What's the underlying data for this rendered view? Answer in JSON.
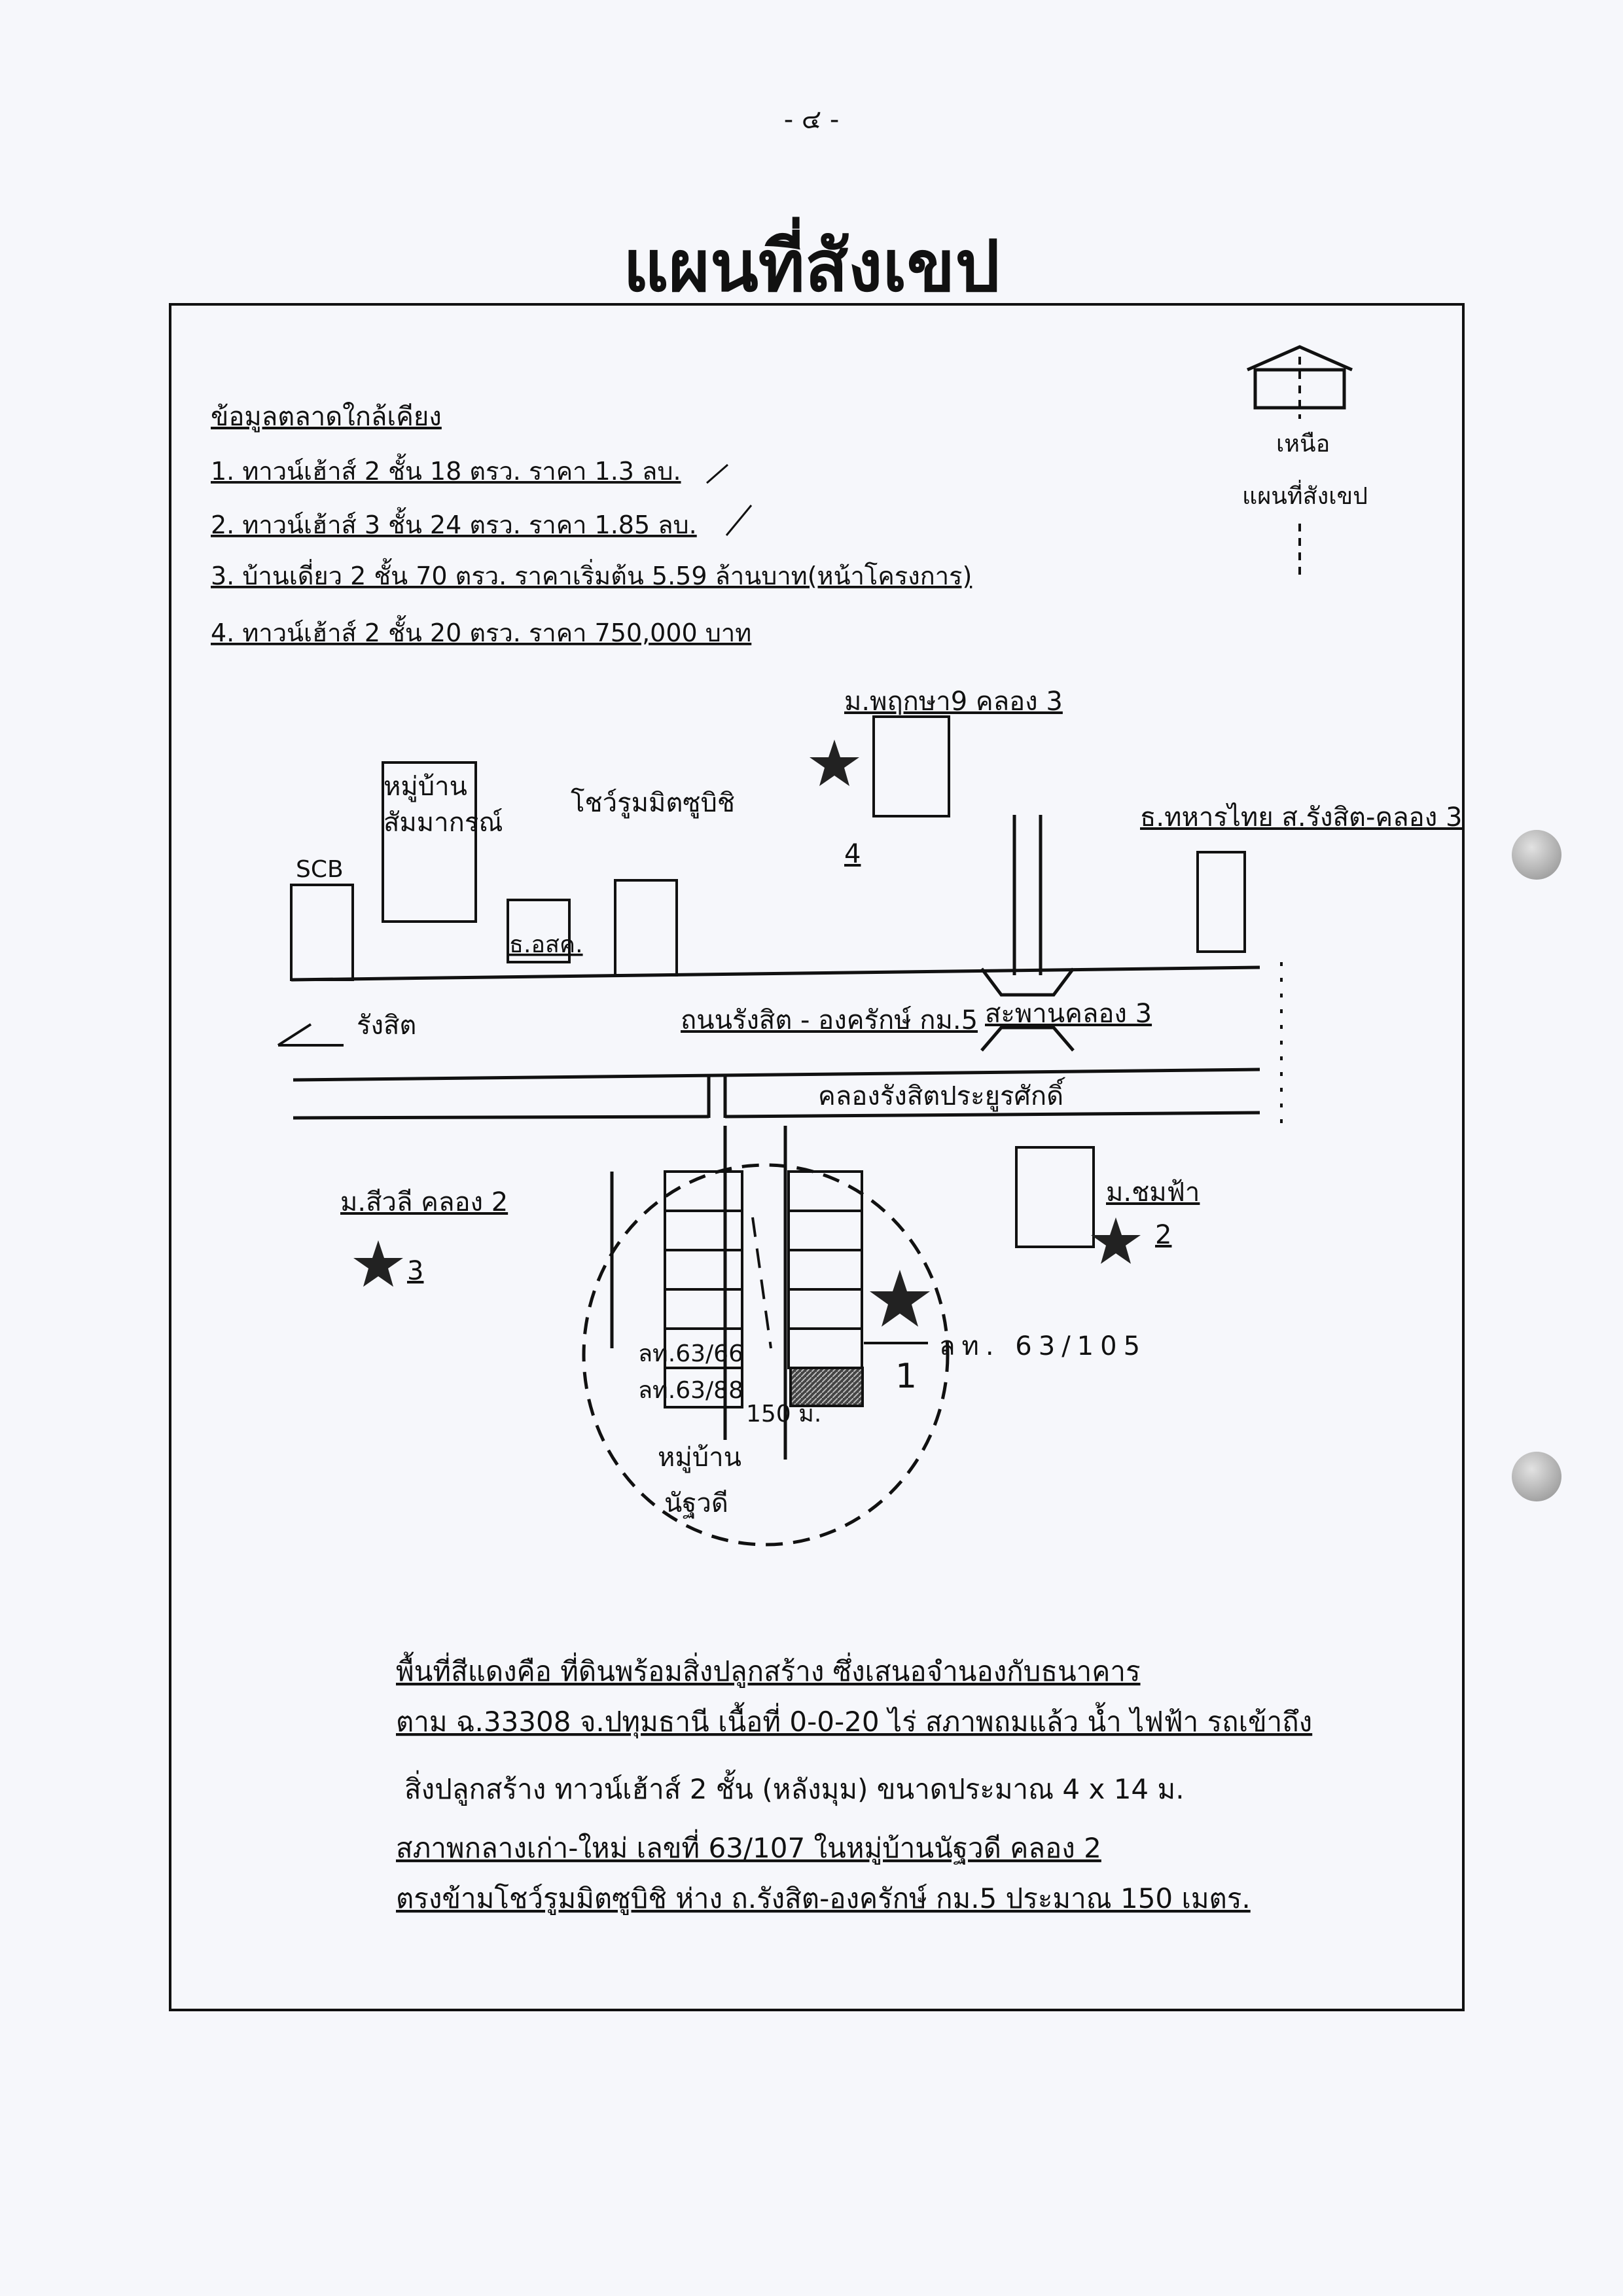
{
  "page_number": "- ๔ -",
  "title": "แผนที่สังเขป",
  "market": {
    "heading": "ข้อมูลตลาดใกล้เคียง",
    "items": [
      "1. ทาวน์เฮ้าส์ 2 ชั้น 18 ตรว. ราคา 1.3 ลบ.",
      "2. ทาวน์เฮ้าส์ 3 ชั้น 24 ตรว. ราคา 1.85 ลบ.",
      "3. บ้านเดี่ยว 2 ชั้น 70 ตรว. ราคาเริ่มต้น 5.59 ล้านบาท(หน้าโครงการ)",
      "4. ทาวน์เฮ้าส์ 2 ชั้น 20 ตรว. ราคา 750,000 บาท"
    ]
  },
  "north": {
    "line1": "เหนือ",
    "line2": "แผนที่สังเขป"
  },
  "labels": {
    "scb": "SCB",
    "village_sammakorn_1": "หมู่บ้าน",
    "village_sammakorn_2": "สัมมากรณ์",
    "bank_aok": "ธ.อสค.",
    "showroom": "โชว์รูมมิตซูบิชิ",
    "pruksa": "ม.พฤกษา9 คลอง 3",
    "tmb": "ธ.ทหารไทย ส.รังสิต-คลอง 3",
    "rangsit": "รังสิต",
    "road": "ถนนรังสิต - องครักษ์ กม.5",
    "bridge": "สะพานคลอง 3",
    "canal": "คลองรังสิตประยูรศักดิ์",
    "siwali": "ม.สีวลี คลอง 2",
    "chomfa": "ม.ชมฟ้า",
    "lot_66": "ลท.63/66",
    "lot_88": "ลท.63/88",
    "lot_105": "ลท. 63/105",
    "distance": "150 ม.",
    "village_nurati_1": "หมู่บ้าน",
    "village_nurati_2": "นัฐวดี"
  },
  "markers": [
    {
      "id": "1",
      "label": "1"
    },
    {
      "id": "2",
      "label": "2"
    },
    {
      "id": "3",
      "label": "3"
    },
    {
      "id": "4",
      "label": "4"
    }
  ],
  "notes": [
    "พื้นที่สีแดงคือ ที่ดินพร้อมสิ่งปลูกสร้าง ซึ่งเสนอจำนองกับธนาคาร",
    "ตาม ฉ.33308 จ.ปทุมธานี  เนื้อที่ 0-0-20 ไร่  สภาพถมแล้ว น้ำ ไฟฟ้า รถเข้าถึง",
    "สิ่งปลูกสร้าง  ทาวน์เฮ้าส์ 2 ชั้น (หลังมุม)  ขนาดประมาณ 4  x 14 ม.",
    "สภาพกลางเก่า-ใหม่ เลขที่ 63/107  ในหมู่บ้านนัฐวดี คลอง 2",
    "ตรงข้ามโชว์รูมมิตซูบิชิ ห่าง ถ.รังสิต-องครักษ์ กม.5 ประมาณ 150 เมตร."
  ]
}
